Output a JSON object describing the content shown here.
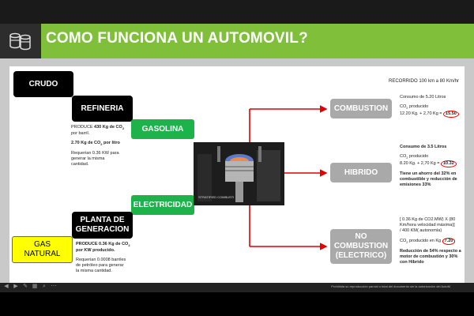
{
  "header": {
    "title": "COMO FUNCIONA UN AUTOMOVIL?"
  },
  "boxes": {
    "crudo": "CRUDO",
    "refineria": "REFINERIA",
    "gasolina": "GASOLINA",
    "electricidad": "ELECTRICIDAD",
    "planta_1": "PLANTA DE",
    "planta_2": "GENERACION",
    "gas_1": "GAS",
    "gas_2": "NATURAL",
    "combustion": "COMBUSTION",
    "hibrido": "HIBRIDO",
    "no_comb_1": "NO",
    "no_comb_2": "COMBUSTION",
    "no_comb_3": "(ELECTRICO)"
  },
  "recorrido": "RECORRIDO 100 km a 80 Km/hr",
  "refineria_notes": {
    "line1a": "PRODUCE ",
    "line1b": "430",
    "line1c": " Kg de CO",
    "line1d": "2",
    "line2": "por barril.",
    "line3a": "2.70 Kg de CO",
    "line3b": "2",
    "line3c": " por litro",
    "line4": "Requerian 0.36 KW para",
    "line5": "generar la misma",
    "line6": "cantidad."
  },
  "planta_notes": {
    "line1a": "PRODUCE 0.36 Kg de CO",
    "line1b": "2",
    "line2": "por KW producido.",
    "line3": "Requerian 0.0008 barriles",
    "line4": "de petróleo para generar",
    "line5": "la misma cantidad."
  },
  "combustion_notes": {
    "line1": "Consumo de 5.20 Litros",
    "line2a": "CO",
    "line2b": "2",
    "line2c": " producido",
    "line3": "12.20 Kg. + 2,70 Kg = ",
    "value": "15.50"
  },
  "hibrido_notes": {
    "line1": "Consumo de 3.5 Litros",
    "line2a": "CO",
    "line2b": "2",
    "line2c": " producido",
    "line3": "8.20 Kg. + 2,70 Kg = ",
    "value": "10.32",
    "line4": "Tiene un ahorro del 32% en",
    "line5": "combustible y reducción de",
    "line6": "emisiones 33%"
  },
  "electrico_notes": {
    "line1": "[ 0.36 Kg de CO2.MW) X (80",
    "line2": "Km/hora velocidad máxima)]",
    "line3": "/ 400 KM( autonomía)",
    "line4a": "CO",
    "line4b": "2",
    "line4c": " producido en Kg",
    "value": "7.20",
    "line5": "Reducción de 54% respecto a",
    "line6": "motor de combustión y 30%",
    "line7": "con Híbrido"
  },
  "engine": {
    "caption": "STRATIFIED COMBUSTI"
  },
  "footer": {
    "text": "Prohibida su reproducción parcial o total del documento sin la autorización del AutoM"
  },
  "icons": [
    "barrels-icon"
  ],
  "colors": {
    "green": "#1db24a",
    "header": "#7fbf3a",
    "arrow": "#e00000",
    "grey_box": "#a9a9a9"
  }
}
